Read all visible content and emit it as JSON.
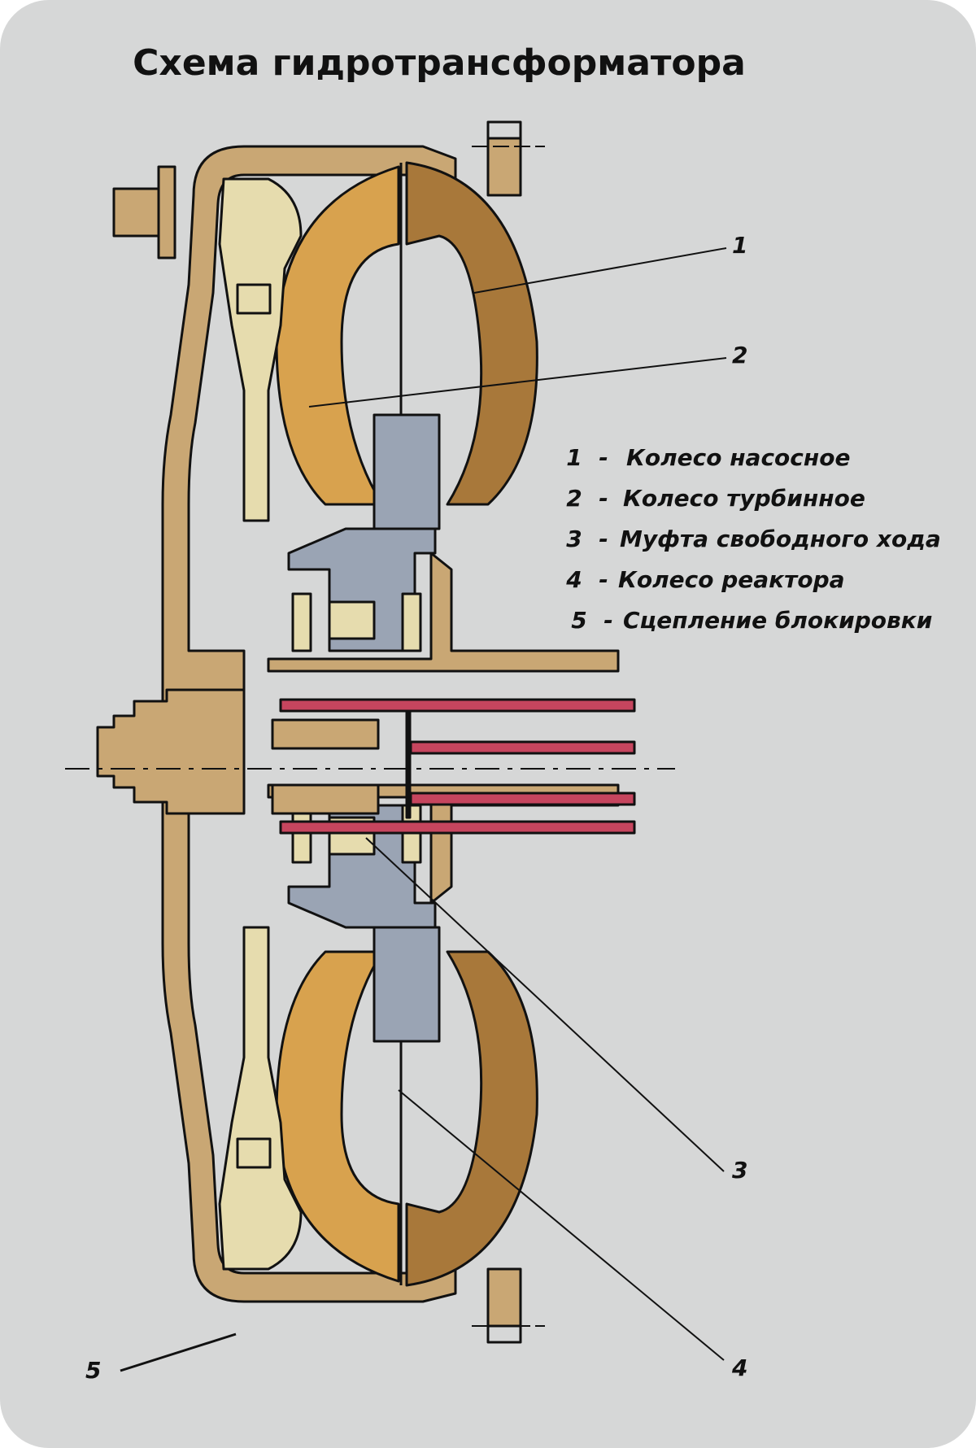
{
  "title": "Схема гидротрансформатора",
  "legend": [
    {
      "num": "1",
      "dash": "-",
      "label": "Колесо насосное"
    },
    {
      "num": "2",
      "dash": "-",
      "label": "Колесо турбинное"
    },
    {
      "num": "3",
      "dash": "-",
      "label": "Муфта свободного хода"
    },
    {
      "num": "4",
      "dash": "-",
      "label": "Колесо реактора"
    },
    {
      "num": "5",
      "dash": "-",
      "label": "Сцепление блокировки"
    }
  ],
  "callouts": [
    {
      "num": "1",
      "part": "pump-wheel"
    },
    {
      "num": "2",
      "part": "turbine-wheel"
    },
    {
      "num": "3",
      "part": "freewheel-clutch"
    },
    {
      "num": "4",
      "part": "reactor-wheel"
    },
    {
      "num": "5",
      "part": "lockup-clutch"
    }
  ],
  "colors": {
    "background": "#d6d7d7",
    "housing": "#c9a774",
    "pump_wheel": "#a8783a",
    "turbine_wheel": "#d8a24e",
    "reactor": "#9aa4b4",
    "shaft_red": "#c6455e",
    "clutch_light": "#e6dcae",
    "outline": "#111111"
  }
}
